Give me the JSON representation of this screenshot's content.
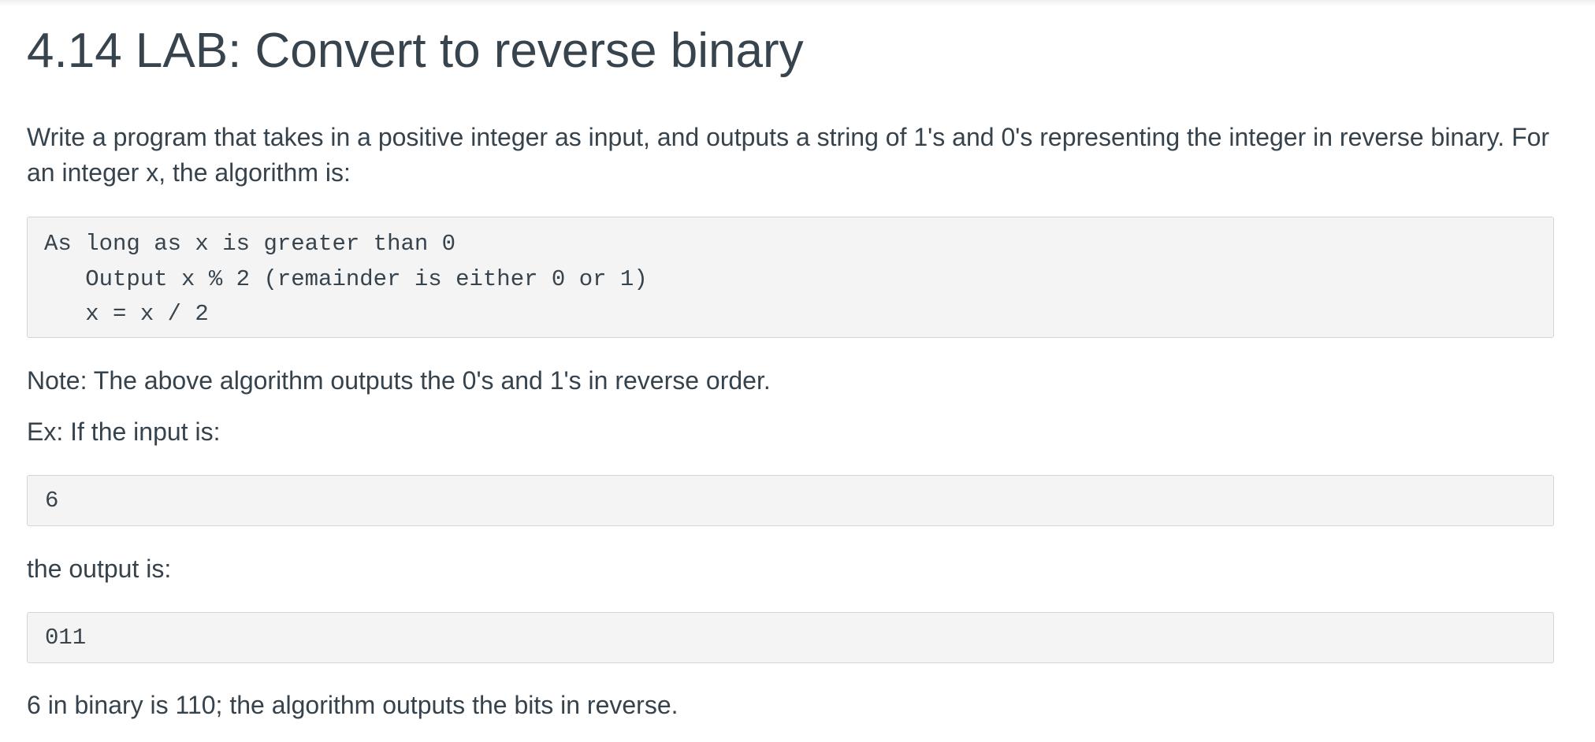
{
  "title": "4.14 LAB: Convert to reverse binary",
  "intro": "Write a program that takes in a positive integer as input, and outputs a string of 1's and 0's representing the integer in reverse binary. For an integer x, the algorithm is:",
  "algorithm": {
    "lines": [
      "As long as x is greater than 0",
      "   Output x % 2 (remainder is either 0 or 1)",
      "   x = x / 2"
    ]
  },
  "note": "Note: The above algorithm outputs the 0's and 1's in reverse order.",
  "example_label": "Ex: If the input is:",
  "example_input": "6",
  "output_label": "the output is:",
  "example_output": "011",
  "explanation": "6 in binary is 110; the algorithm outputs the bits in reverse."
}
